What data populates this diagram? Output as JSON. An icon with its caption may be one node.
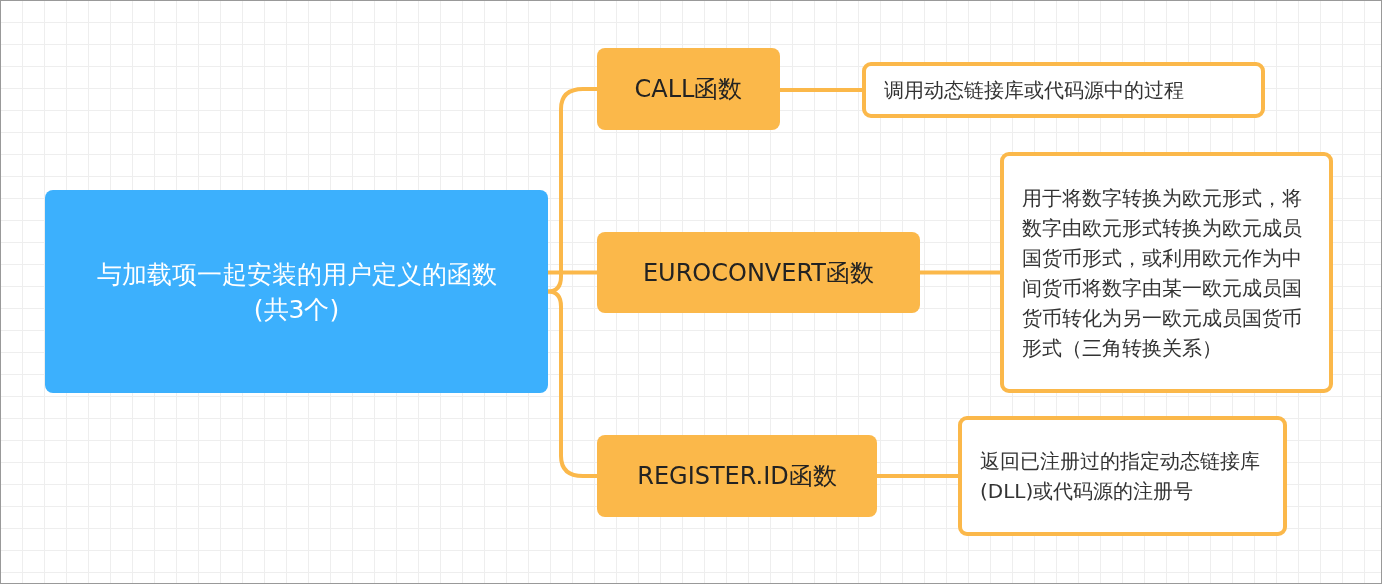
{
  "diagram": {
    "nodes": [
      {
        "text": [
          "与加载项一起安装的用户定义的函数",
          "(共3个)"
        ]
      },
      {
        "text": [
          "CALL函数"
        ]
      },
      {
        "text": [
          "调用动态链接库或代码源中的过程"
        ]
      },
      {
        "text": [
          "EUROCONVERT函数"
        ]
      },
      {
        "text": [
          "用于将数字转换为欧元形式，将数字由欧元形式转换为欧元成员国货币形式，或利用欧元作为中间货币将数字由某一欧元成员国货币转化为另一欧元成员国货币形式（三角转换关系）"
        ]
      },
      {
        "text": [
          "REGISTER.ID函数"
        ]
      },
      {
        "text": [
          "返回已注册过的指定动态链接库 (DLL)或代码源的注册号"
        ]
      }
    ],
    "edges": [
      {
        "from": 0,
        "to": 1,
        "arrow": "none"
      },
      {
        "from": 0,
        "to": 3,
        "arrow": "none"
      },
      {
        "from": 0,
        "to": 5,
        "arrow": "none"
      },
      {
        "from": 1,
        "to": 2,
        "arrow": "none"
      },
      {
        "from": 3,
        "to": 4,
        "arrow": "none"
      },
      {
        "from": 5,
        "to": 6,
        "arrow": "none"
      }
    ]
  }
}
